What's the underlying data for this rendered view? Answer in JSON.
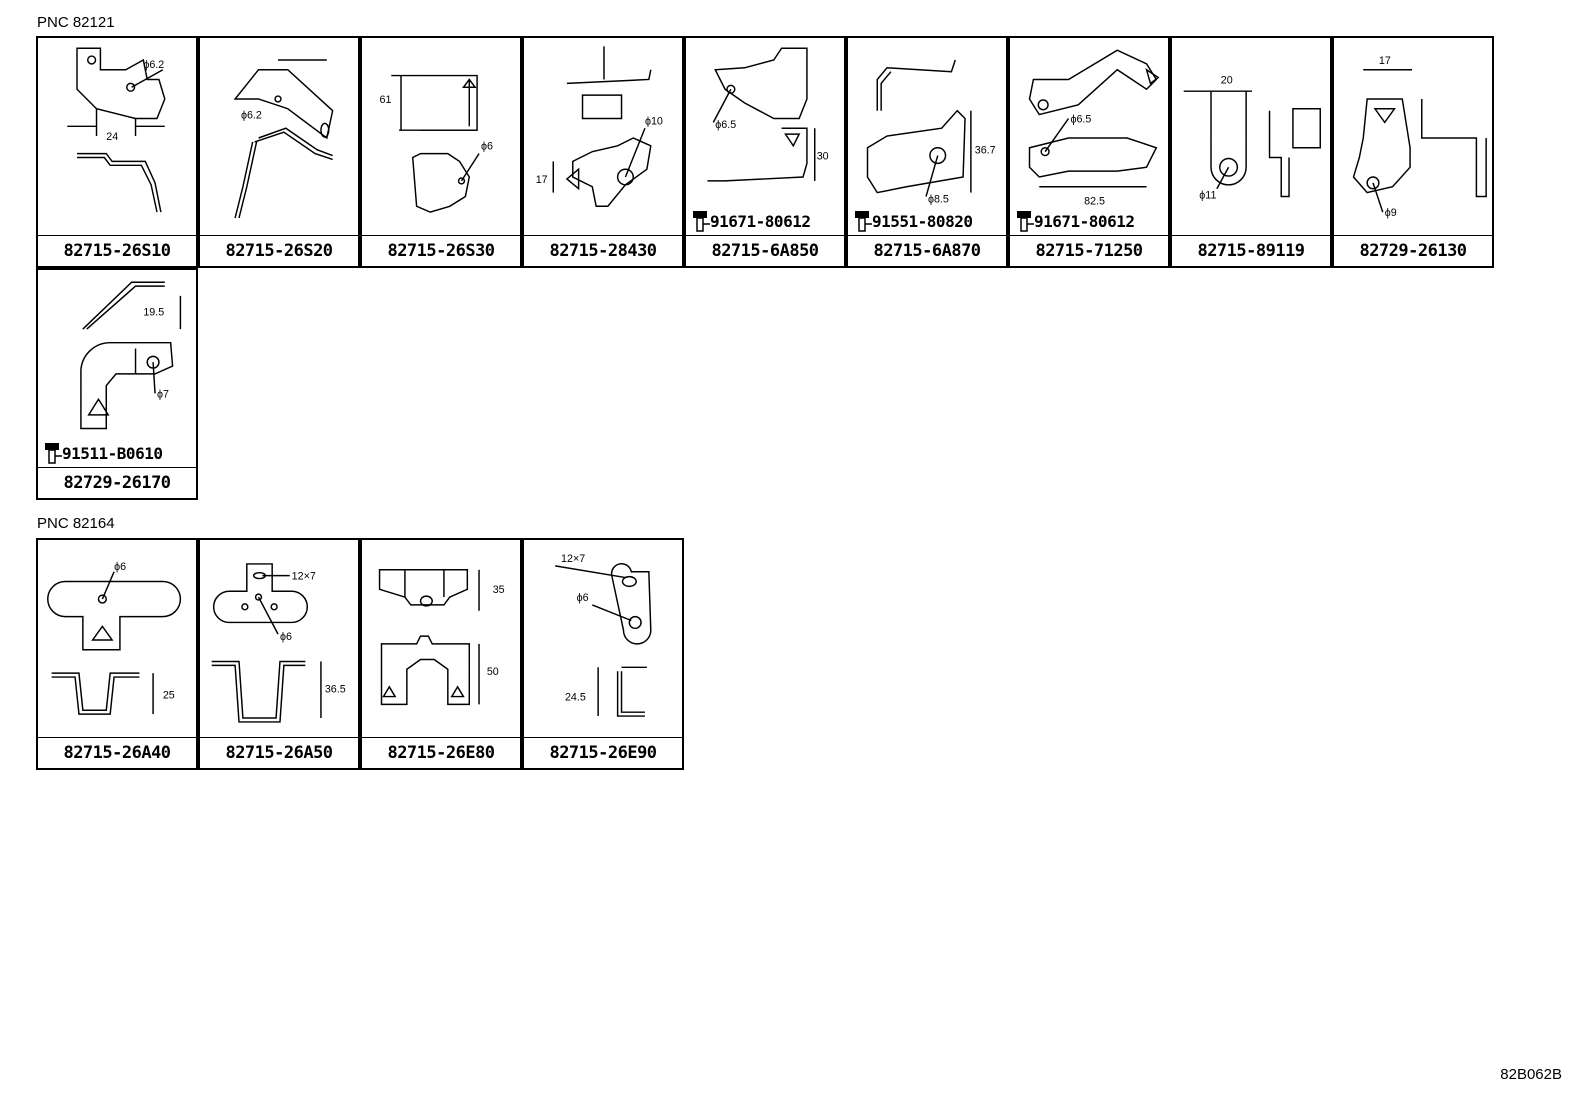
{
  "sections": [
    {
      "title": "PNC 82121",
      "parts": [
        {
          "pn": "82715-26S10",
          "dims": [
            "ϕ6.2",
            "24"
          ]
        },
        {
          "pn": "82715-26S20",
          "dims": [
            "ϕ6.2"
          ]
        },
        {
          "pn": "82715-26S30",
          "dims": [
            "61",
            "ϕ6"
          ]
        },
        {
          "pn": "82715-28430",
          "dims": [
            "ϕ10",
            "17"
          ]
        },
        {
          "pn": "82715-6A850",
          "dims": [
            "ϕ6.5",
            "30"
          ],
          "bolt": "91671-80612"
        },
        {
          "pn": "82715-6A870",
          "dims": [
            "36.7",
            "ϕ8.5"
          ],
          "bolt": "91551-80820"
        },
        {
          "pn": "82715-71250",
          "dims": [
            "ϕ6.5",
            "82.5"
          ],
          "bolt": "91671-80612"
        },
        {
          "pn": "82715-89119",
          "dims": [
            "20",
            "ϕ11"
          ]
        },
        {
          "pn": "82729-26130",
          "dims": [
            "17",
            "ϕ9"
          ]
        },
        {
          "pn": "82729-26170",
          "dims": [
            "19.5",
            "ϕ7"
          ],
          "bolt": "91511-B0610"
        }
      ]
    },
    {
      "title": "PNC 82164",
      "parts": [
        {
          "pn": "82715-26A40",
          "dims": [
            "ϕ6",
            "25"
          ]
        },
        {
          "pn": "82715-26A50",
          "dims": [
            "12×7",
            "ϕ6",
            "36.5"
          ]
        },
        {
          "pn": "82715-26E80",
          "dims": [
            "35",
            "50"
          ]
        },
        {
          "pn": "82715-26E90",
          "dims": [
            "12×7",
            "ϕ6",
            "24.5"
          ]
        }
      ]
    }
  ],
  "footer_code": "82B062B"
}
